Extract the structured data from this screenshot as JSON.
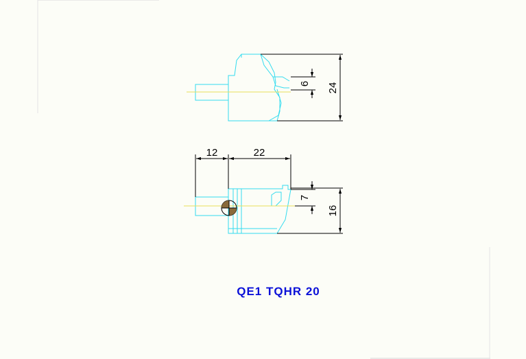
{
  "drawing": {
    "caption": "QE1 TQHR 20",
    "top_view": {
      "dim_height": "24",
      "dim_offset": "6"
    },
    "side_view": {
      "dim_shank": "12",
      "dim_body": "22",
      "dim_height": "16",
      "dim_offset": "7"
    }
  },
  "colors": {
    "outline": "#33dcef",
    "centerline": "#e8e05a",
    "dimension": "#000000",
    "caption": "#0a10d8"
  }
}
